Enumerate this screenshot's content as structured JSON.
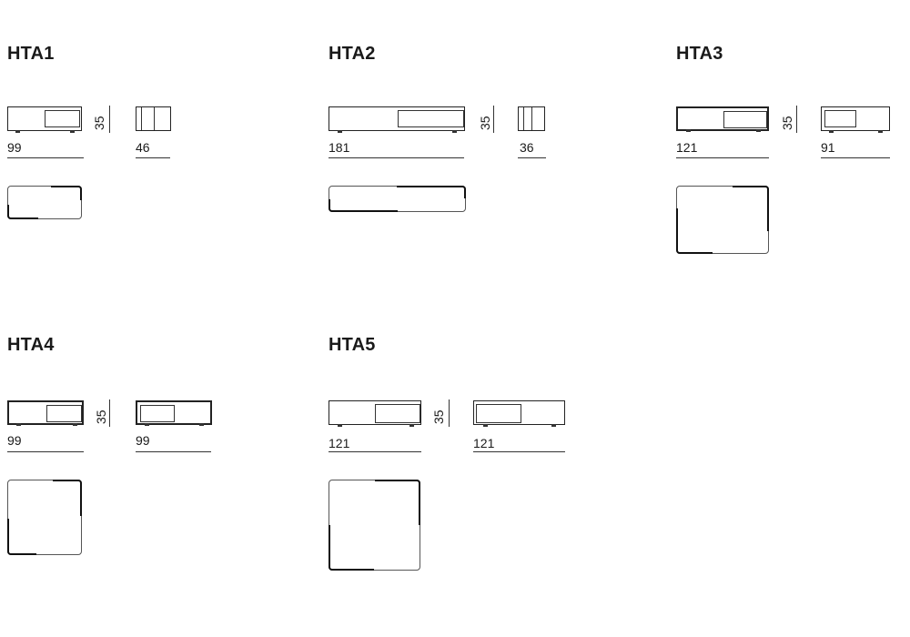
{
  "models": [
    {
      "name": "HTA1",
      "height": "35",
      "front_width": "99",
      "side_width": "46"
    },
    {
      "name": "HTA2",
      "height": "35",
      "front_width": "181",
      "side_width": "36"
    },
    {
      "name": "HTA3",
      "height": "35",
      "front_width": "121",
      "side_width": "91"
    },
    {
      "name": "HTA4",
      "height": "35",
      "front_width": "99",
      "side_width": "99"
    },
    {
      "name": "HTA5",
      "height": "35",
      "front_width": "121",
      "side_width": "121"
    }
  ]
}
